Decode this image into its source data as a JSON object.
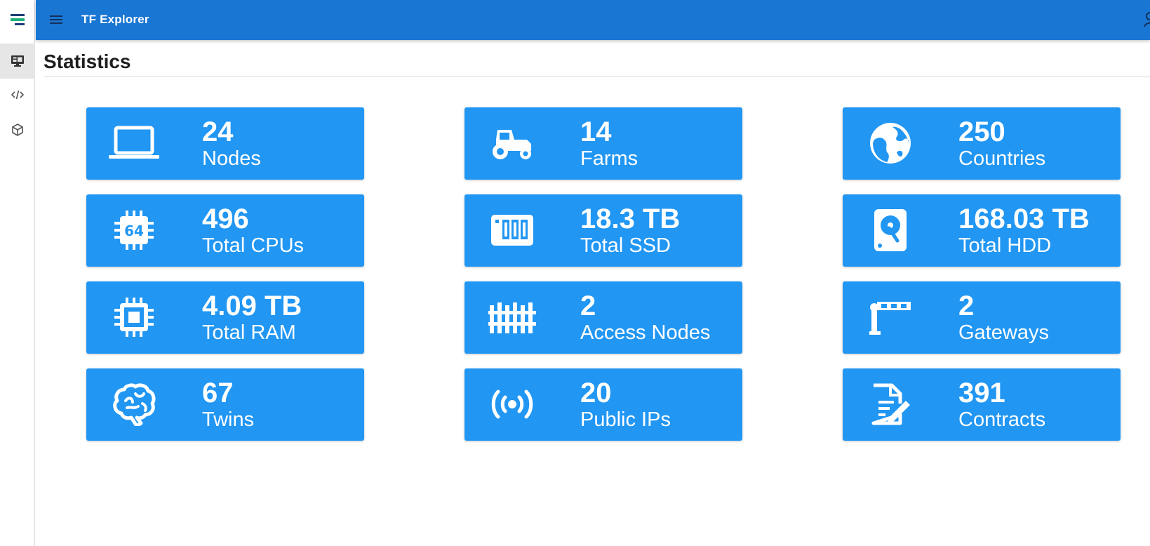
{
  "app": {
    "title": "TF Explorer"
  },
  "page": {
    "title": "Statistics"
  },
  "rail": [
    {
      "icon": "monitor-dashboard-icon",
      "active": true
    },
    {
      "icon": "code-icon",
      "active": false
    },
    {
      "icon": "cube-icon",
      "active": false
    }
  ],
  "stats": [
    {
      "value": "24",
      "label": "Nodes",
      "icon": "laptop-icon"
    },
    {
      "value": "14",
      "label": "Farms",
      "icon": "tractor-icon"
    },
    {
      "value": "250",
      "label": "Countries",
      "icon": "globe-icon"
    },
    {
      "value": "496",
      "label": "Total CPUs",
      "icon": "cpu-64-icon"
    },
    {
      "value": "18.3 TB",
      "label": "Total SSD",
      "icon": "ssd-icon"
    },
    {
      "value": "168.03 TB",
      "label": "Total HDD",
      "icon": "harddisk-icon"
    },
    {
      "value": "4.09 TB",
      "label": "Total RAM",
      "icon": "memory-chip-icon"
    },
    {
      "value": "2",
      "label": "Access Nodes",
      "icon": "gate-icon"
    },
    {
      "value": "2",
      "label": "Gateways",
      "icon": "boom-barrier-icon"
    },
    {
      "value": "67",
      "label": "Twins",
      "icon": "brain-icon"
    },
    {
      "value": "20",
      "label": "Public IPs",
      "icon": "broadcast-icon"
    },
    {
      "value": "391",
      "label": "Contracts",
      "icon": "file-sign-icon"
    }
  ],
  "colors": {
    "appbar": "#1976d2",
    "card": "#2196f3",
    "logo_accent": "#1fb07c"
  }
}
